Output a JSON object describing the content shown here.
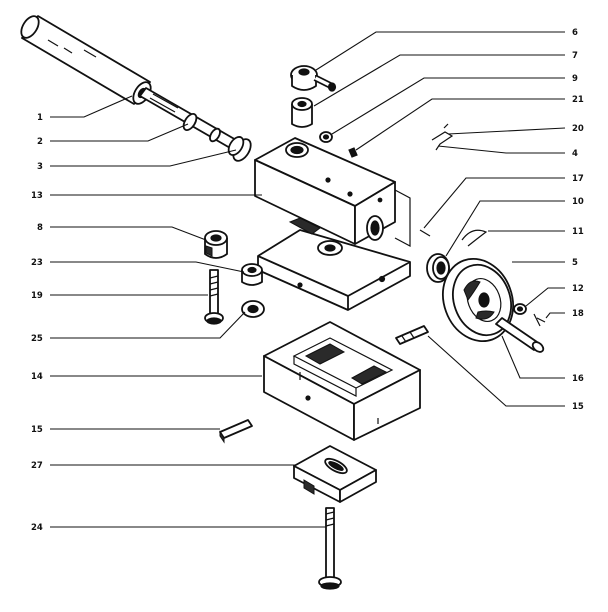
{
  "callouts": [
    {
      "id": "c1",
      "label": "1"
    },
    {
      "id": "c2",
      "label": "2"
    },
    {
      "id": "c3",
      "label": "3"
    },
    {
      "id": "c13",
      "label": "13"
    },
    {
      "id": "c8",
      "label": "8"
    },
    {
      "id": "c23",
      "label": "23"
    },
    {
      "id": "c19",
      "label": "19"
    },
    {
      "id": "c25",
      "label": "25"
    },
    {
      "id": "c14",
      "label": "14"
    },
    {
      "id": "c15a",
      "label": "15"
    },
    {
      "id": "c27",
      "label": "27"
    },
    {
      "id": "c24",
      "label": "24"
    },
    {
      "id": "c6",
      "label": "6"
    },
    {
      "id": "c7",
      "label": "7"
    },
    {
      "id": "c9",
      "label": "9"
    },
    {
      "id": "c21",
      "label": "21"
    },
    {
      "id": "c20",
      "label": "20"
    },
    {
      "id": "c4",
      "label": "4"
    },
    {
      "id": "c17",
      "label": "17"
    },
    {
      "id": "c10",
      "label": "10"
    },
    {
      "id": "c11",
      "label": "11"
    },
    {
      "id": "c5",
      "label": "5"
    },
    {
      "id": "c12",
      "label": "12"
    },
    {
      "id": "c18",
      "label": "18"
    },
    {
      "id": "c16",
      "label": "16"
    },
    {
      "id": "c15b",
      "label": "15"
    }
  ]
}
